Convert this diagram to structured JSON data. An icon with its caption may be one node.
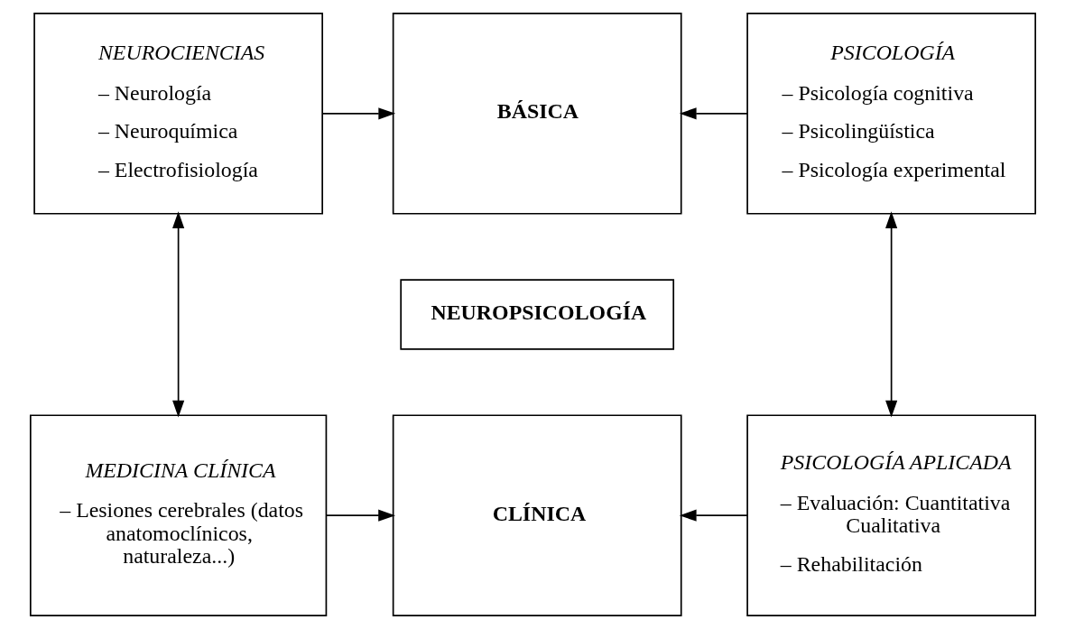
{
  "diagram": {
    "nodes": [
      {
        "text": [
          "NEUROCIENCIAS",
          "– Neurología",
          "– Neuroquímica",
          "– Electrofisiología"
        ]
      },
      {
        "text": [
          "BÁSICA"
        ]
      },
      {
        "text": [
          "PSICOLOGÍA",
          "– Psicología cognitiva",
          "– Psicolingüística",
          "– Psicología experimental"
        ]
      },
      {
        "text": [
          "NEUROPSICOLOGÍA"
        ]
      },
      {
        "text": [
          "MEDICINA CLÍNICA",
          "– Lesiones cerebrales (datos anatomoclínicos, naturaleza...)"
        ]
      },
      {
        "text": [
          "CLÍNICA"
        ]
      },
      {
        "text": [
          "PSICOLOGÍA APLICADA",
          "– Evaluación: Cuantitativa Cualitativa",
          "– Rehabilitación"
        ]
      }
    ],
    "edges": [
      {
        "from": 0,
        "to": 1,
        "arrow": "to"
      },
      {
        "from": 2,
        "to": 1,
        "arrow": "to"
      },
      {
        "from": 0,
        "to": 4,
        "arrow": "both"
      },
      {
        "from": 2,
        "to": 6,
        "arrow": "both"
      },
      {
        "from": 4,
        "to": 5,
        "arrow": "to"
      },
      {
        "from": 6,
        "to": 5,
        "arrow": "to"
      }
    ]
  }
}
